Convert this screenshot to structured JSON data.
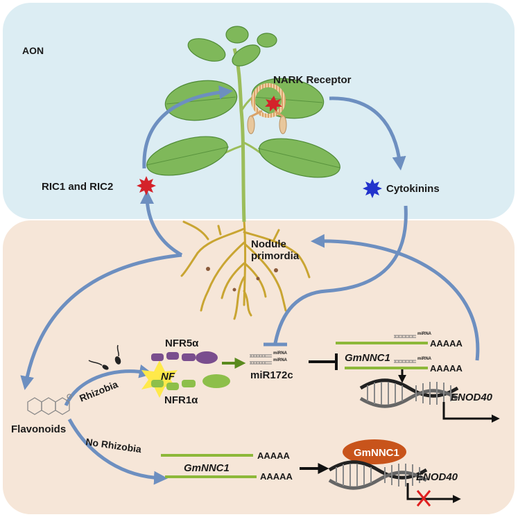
{
  "labels": {
    "aon": "AON",
    "nark": "NARK Receptor",
    "ric": "RIC1 and RIC2",
    "cytokinins": "Cytokinins",
    "nodule_line1": "Nodule",
    "nodule_line2": "primordia",
    "nfr5": "NFR5α",
    "nfr1": "NFR1α",
    "nf": "NF",
    "mir": "miR172c",
    "mirna_small": "miRNA",
    "gmnnc1_transcript": "GmNNC1",
    "gmnnc1_protein": "GmNNC1",
    "aaaaa": "AAAAA",
    "enod40": "ENOD40",
    "rhizobia": "Rhizobia",
    "no_rhizobia": "No Rhizobia",
    "flavonoids": "Flavonoids"
  },
  "colors": {
    "aon_panel": "#dcedf3",
    "root_panel": "#f6e6d8",
    "arrow_blue": "#6d8fc0",
    "green_line": "#8db83a",
    "leaf": "#7fb85a",
    "root": "#c9a532",
    "protein_orange": "#c8541b"
  }
}
